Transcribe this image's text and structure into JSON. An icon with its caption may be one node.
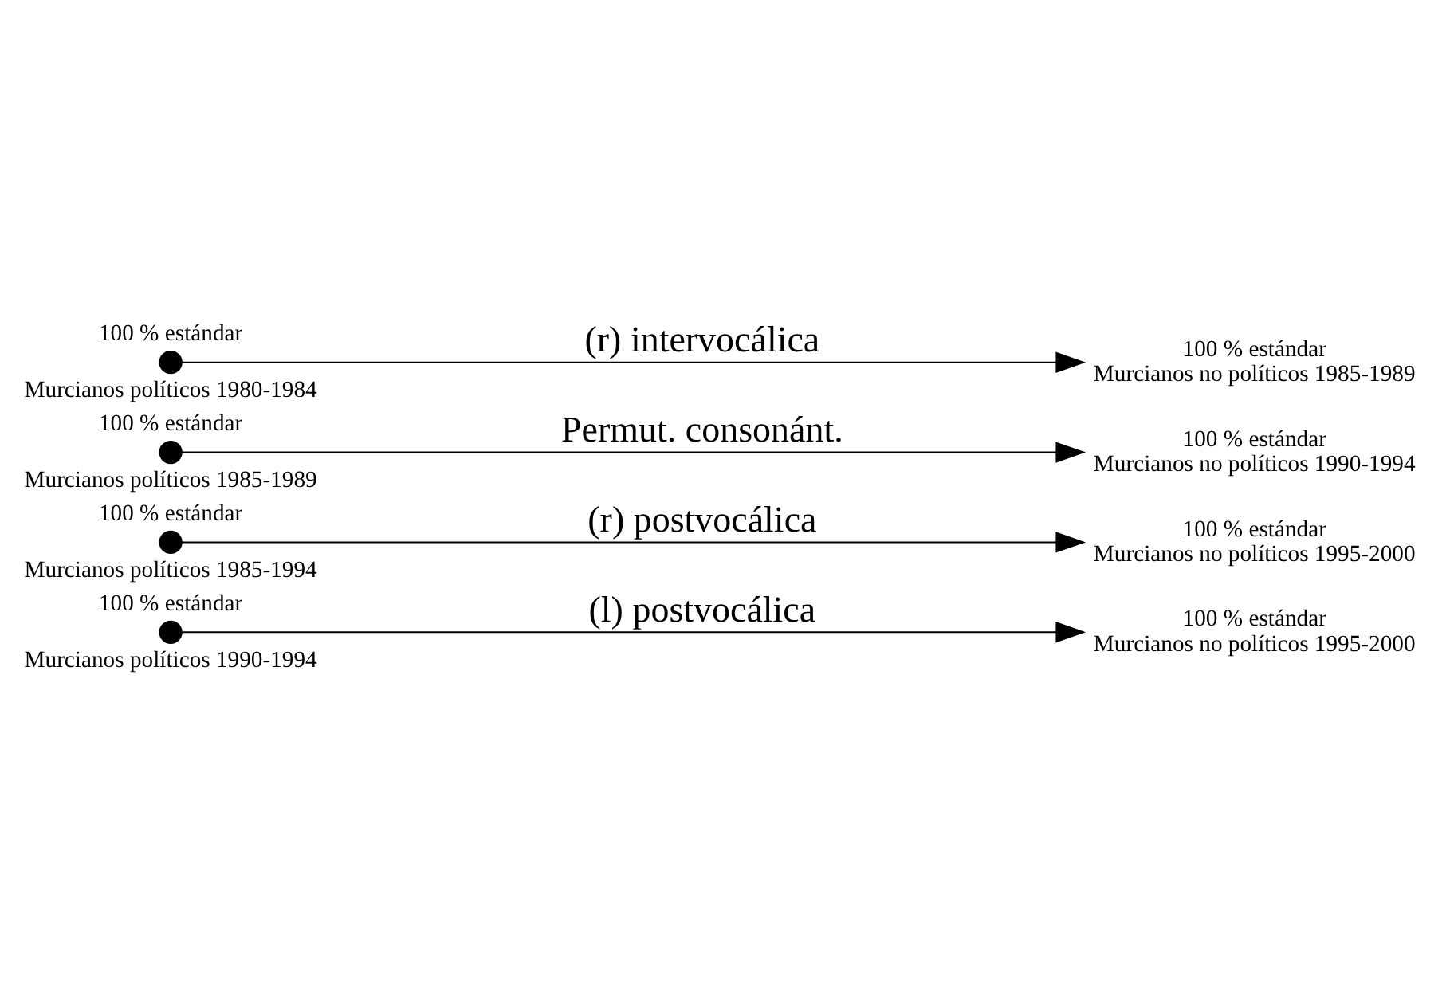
{
  "diagram": {
    "nodes": [
      {
        "text": [],
        "shape": "circle",
        "beside": [
          "100 % estándar",
          "Murcianos políticos 1980-1984"
        ]
      },
      {
        "text": [
          "100 % estándar",
          "Murcianos no políticos 1985-1989"
        ]
      },
      {
        "text": [],
        "shape": "circle",
        "beside": [
          "100 % estándar",
          "Murcianos políticos 1985-1989"
        ]
      },
      {
        "text": [
          "100 % estándar",
          "Murcianos no políticos 1990-1994"
        ]
      },
      {
        "text": [],
        "shape": "circle",
        "beside": [
          "100 % estándar",
          "Murcianos políticos 1985-1994"
        ]
      },
      {
        "text": [
          "100 % estándar",
          "Murcianos no políticos 1995-2000"
        ]
      },
      {
        "text": [],
        "shape": "circle",
        "beside": [
          "100 % estándar",
          "Murcianos políticos 1990-1994"
        ]
      },
      {
        "text": [
          "100 % estándar",
          "Murcianos no políticos 1995-2000"
        ]
      }
    ],
    "edges": [
      {
        "from": 0,
        "to": 1,
        "arrow": "to",
        "label": "(r) intervocálica"
      },
      {
        "from": 2,
        "to": 3,
        "arrow": "to",
        "label": "Permut. consonánt."
      },
      {
        "from": 4,
        "to": 5,
        "arrow": "to",
        "label": "(r) postvocálica"
      },
      {
        "from": 6,
        "to": 7,
        "arrow": "to",
        "label": "(l) postvocálica"
      }
    ]
  }
}
